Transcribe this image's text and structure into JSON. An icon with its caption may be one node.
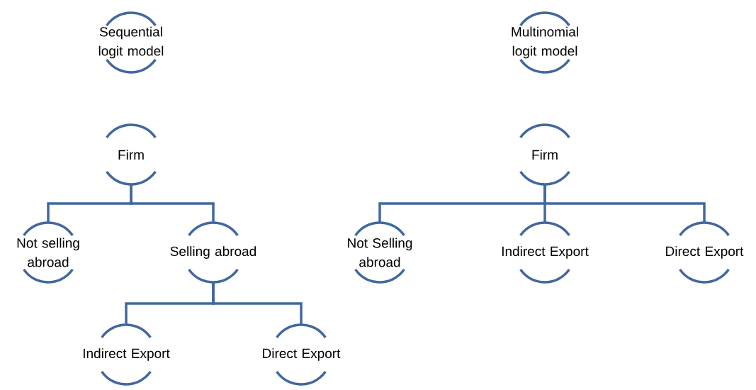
{
  "diagram": {
    "nodes": [
      {
        "text": [
          "Sequential logit model"
        ]
      },
      {
        "text": [
          "Multinomial logit model"
        ]
      },
      {
        "text": [
          "Firm"
        ]
      },
      {
        "text": [
          "Not selling abroad"
        ]
      },
      {
        "text": [
          "Selling abroad"
        ]
      },
      {
        "text": [
          "Indirect Export"
        ]
      },
      {
        "text": [
          "Direct Export"
        ]
      },
      {
        "text": [
          "Firm"
        ]
      },
      {
        "text": [
          "Not Selling abroad"
        ]
      },
      {
        "text": [
          "Indirect Export"
        ]
      },
      {
        "text": [
          "Direct Export"
        ]
      }
    ],
    "edges": [
      {
        "from": 2,
        "to": 3,
        "arrow": "none"
      },
      {
        "from": 2,
        "to": 4,
        "arrow": "none"
      },
      {
        "from": 4,
        "to": 5,
        "arrow": "none"
      },
      {
        "from": 4,
        "to": 6,
        "arrow": "none"
      },
      {
        "from": 7,
        "to": 8,
        "arrow": "none"
      },
      {
        "from": 7,
        "to": 9,
        "arrow": "none"
      },
      {
        "from": 7,
        "to": 10,
        "arrow": "none"
      }
    ]
  }
}
